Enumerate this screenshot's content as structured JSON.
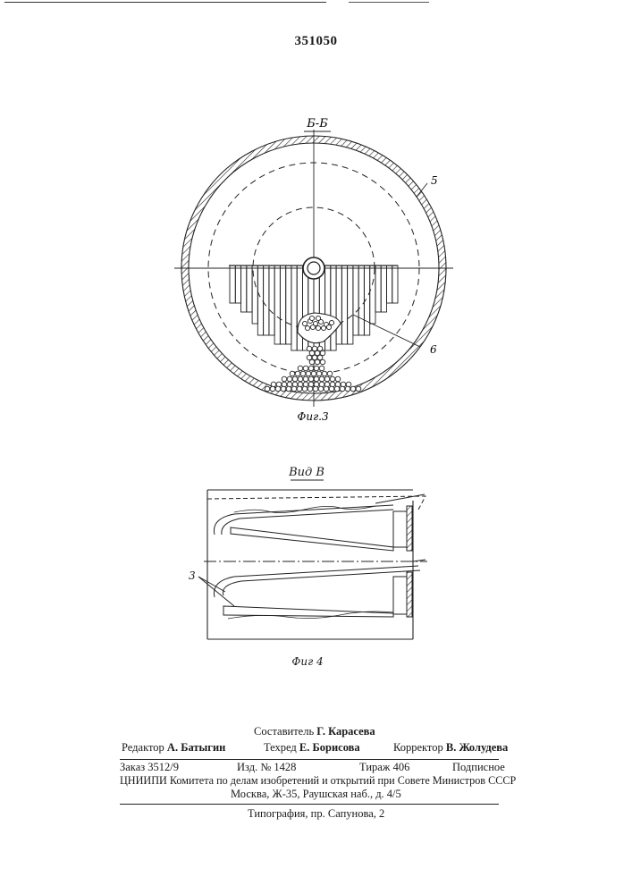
{
  "patent_number": "351050",
  "fig3": {
    "section_label": "Б-Б",
    "caption": "Фиг.3",
    "callout_5": "5",
    "callout_6": "6"
  },
  "fig4": {
    "view_label": "Вид В",
    "caption": "Фиг 4",
    "callout_3": "3"
  },
  "imprint": {
    "compiler_label": "Составитель",
    "compiler_name": "Г. Карасева",
    "editor_label": "Редактор",
    "editor_name": "А. Батыгин",
    "techred_label": "Техред",
    "techred_name": "Е. Борисова",
    "corrector_label": "Корректор",
    "corrector_name": "В. Жолудева",
    "order": "Заказ 3512/9",
    "edition": "Изд. № 1428",
    "print_run": "Тираж 406",
    "subscription": "Подписное",
    "org_line": "ЦНИИПИ Комитета по делам изобретений и открытий при Совете Министров СССР",
    "address": "Москва, Ж-35, Раушская наб., д. 4/5",
    "printer": "Типография, пр. Сапунова, 2"
  }
}
